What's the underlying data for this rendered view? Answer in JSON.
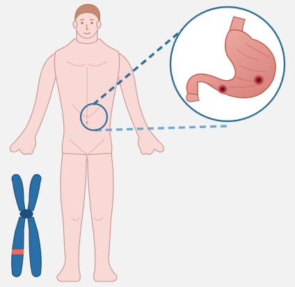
{
  "illustration": {
    "subject": "human-body-front-view",
    "highlight": "stomach-region",
    "inset": "stomach-with-lesions",
    "extra": "chromosome-with-marked-band"
  },
  "colors": {
    "background": "#f2f2f2",
    "skin": "#f9d9d6",
    "skin_shade": "#f2c2bd",
    "skin_outline": "#c98f8a",
    "hair": "#c78a70",
    "callout": "#2f6f9f",
    "callout_light": "#6fa7cf",
    "stomach": "#e7a29a",
    "stomach_dark": "#c95d55",
    "lesion": "#8a1f2a",
    "chromosome": "#2a6fa8",
    "chromosome_dark": "#1c4f7d",
    "chromosome_band": "#ef6a5d"
  }
}
